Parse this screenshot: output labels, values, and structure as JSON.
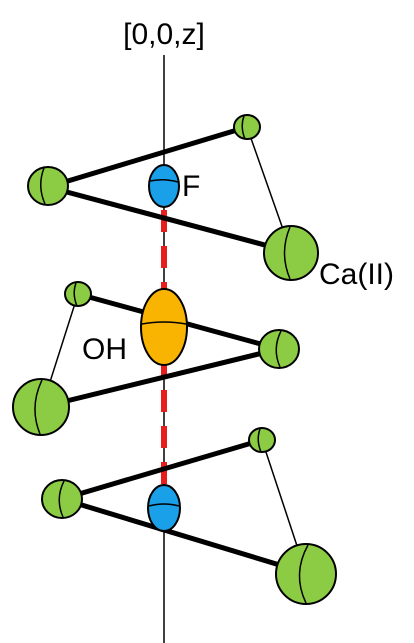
{
  "labels": {
    "axis": "[0,0,z]",
    "fluoride": "F",
    "hydroxide": "OH",
    "calcium": "Ca(II)"
  },
  "colors": {
    "calcium": "#8ccc44",
    "fluoride": "#1aa0e8",
    "hydroxide": "#f8b400",
    "hbond": "#e61e1e",
    "line": "#000000"
  }
}
